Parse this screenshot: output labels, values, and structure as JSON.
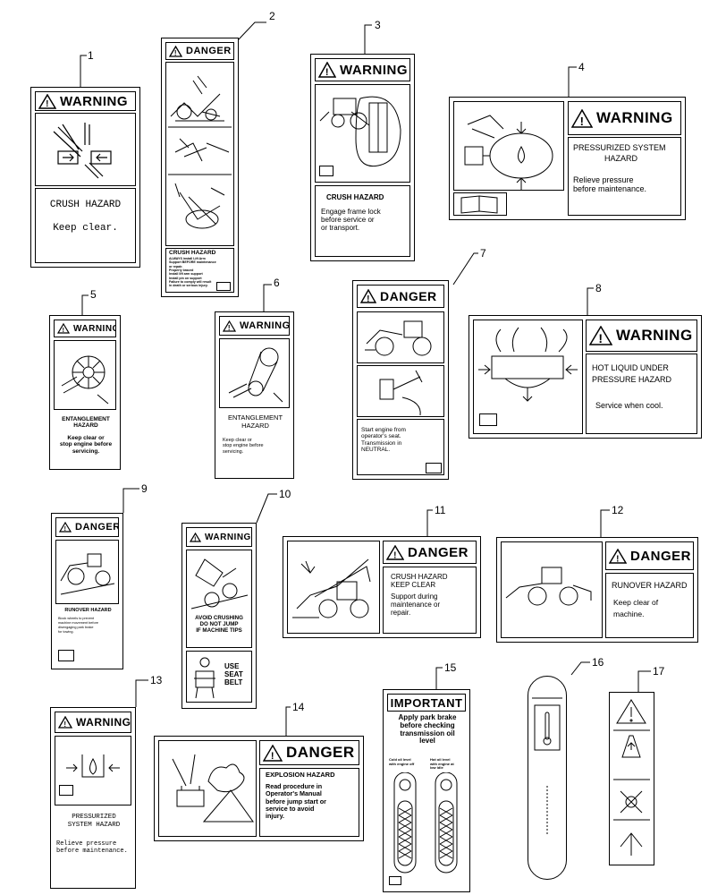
{
  "callouts": [
    "1",
    "2",
    "3",
    "4",
    "5",
    "6",
    "7",
    "8",
    "9",
    "10",
    "11",
    "12",
    "13",
    "14",
    "15",
    "16",
    "17"
  ],
  "decals": {
    "d1": {
      "header": "WARNING",
      "title": "CRUSH HAZARD",
      "body": "Keep clear."
    },
    "d2": {
      "header": "DANGER",
      "title": "CRUSH HAZARD",
      "lines": [
        "ALWAYS install Lift Arm",
        "Support BEFORE maintenance",
        "or repair.",
        "Properly braced",
        "Install lift arm support",
        "Install pin on support",
        "Failure to comply will result",
        "in death or serious injury."
      ]
    },
    "d3": {
      "header": "WARNING",
      "title": "CRUSH HAZARD",
      "lines": [
        "Engage frame lock",
        "before service or",
        "or transport."
      ]
    },
    "d4": {
      "header": "WARNING",
      "title": "PRESSURIZED SYSTEM",
      "title2": "HAZARD",
      "lines": [
        "Relieve pressure",
        "before maintenance."
      ]
    },
    "d5": {
      "header": "WARNING",
      "title": "ENTANGLEMENT",
      "title2": "HAZARD",
      "lines": [
        "Keep clear or",
        "stop engine before",
        "servicing."
      ]
    },
    "d6": {
      "header": "WARNING",
      "title": "ENTANGLEMENT",
      "title2": "HAZARD",
      "lines": [
        "Keep clear or",
        "stop engine before",
        "servicing."
      ]
    },
    "d7": {
      "header": "DANGER",
      "lines": [
        "Start engine from",
        "operator's seat.",
        "Transmission in",
        "NEUTRAL."
      ]
    },
    "d8": {
      "header": "WARNING",
      "title": "HOT LIQUID UNDER",
      "title2": "PRESSURE HAZARD",
      "lines": [
        "Service when cool."
      ]
    },
    "d9": {
      "header": "DANGER",
      "title": "RUNOVER HAZARD",
      "lines": [
        "Block wheels to prevent",
        "machine movement before",
        "disengaging park brake",
        "for towing."
      ]
    },
    "d10": {
      "header": "WARNING",
      "lines": [
        "AVOID CRUSHING",
        "DO NOT JUMP",
        "IF MACHINE TIPS"
      ],
      "belt": [
        "USE",
        "SEAT",
        "BELT"
      ]
    },
    "d11": {
      "header": "DANGER",
      "title": "CRUSH HAZARD",
      "title2": "KEEP CLEAR",
      "lines": [
        "Support during",
        "maintenance or",
        "repair."
      ]
    },
    "d12": {
      "header": "DANGER",
      "title": "RUNOVER HAZARD",
      "lines": [
        "Keep clear of",
        "machine."
      ]
    },
    "d13": {
      "header": "WARNING",
      "title": "PRESSURIZED",
      "title2": "SYSTEM HAZARD",
      "lines": [
        "Relieve pressure",
        "before maintenance."
      ]
    },
    "d14": {
      "header": "DANGER",
      "title": "EXPLOSION HAZARD",
      "lines": [
        "Read procedure in",
        "Operator's Manual",
        "before jump start or",
        "service to avoid",
        "injury."
      ]
    },
    "d15": {
      "header": "IMPORTANT",
      "lines": [
        "Apply park brake",
        "before checking",
        "transmission oil",
        "level"
      ],
      "col_left": [
        "Cold oil level",
        "with engine off"
      ],
      "col_right": [
        "Hot oil level",
        "with engine at",
        "low idle"
      ]
    }
  },
  "colors": {
    "ink": "#000000",
    "paper": "#ffffff"
  }
}
